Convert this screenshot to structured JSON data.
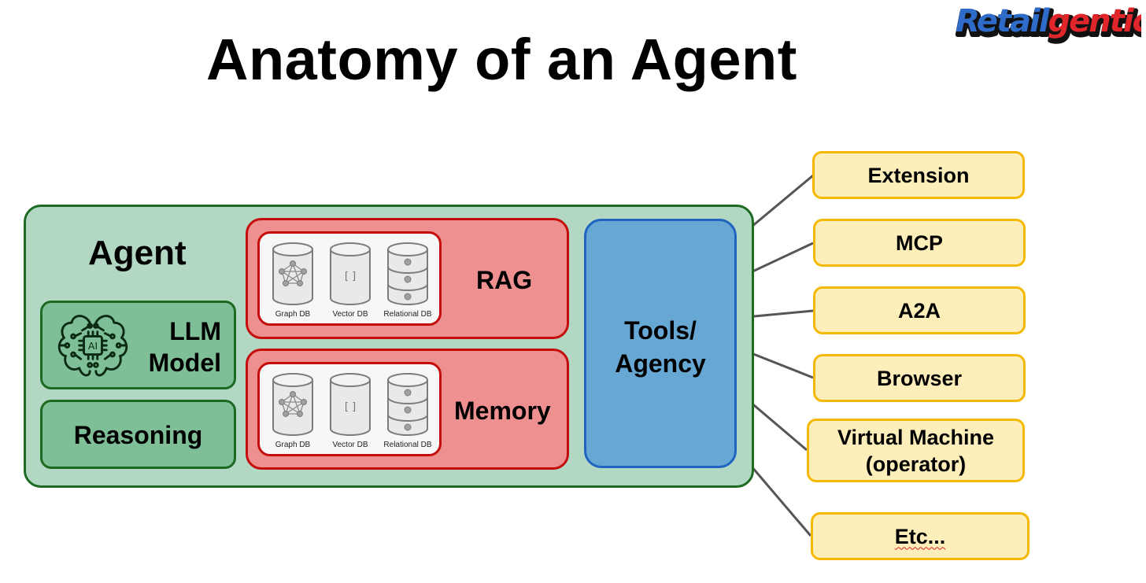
{
  "title": "Anatomy of an Agent",
  "logo": {
    "text_part1": "Retail",
    "text_part2": "gentic",
    "colors": {
      "part1": "#2f6cc9",
      "part2": "#e0262a",
      "outline": "#111111"
    }
  },
  "agent": {
    "label": "Agent",
    "llm": {
      "label_line1": "LLM",
      "label_line2": "Model",
      "icon": "ai-brain-icon"
    },
    "reasoning": {
      "label": "Reasoning"
    },
    "rag": {
      "label": "RAG",
      "databases": [
        {
          "label": "Graph DB",
          "icon": "graph-db-icon"
        },
        {
          "label": "Vector DB",
          "icon": "vector-db-icon",
          "glyph": "[ ]"
        },
        {
          "label": "Relational DB",
          "icon": "relational-db-icon"
        }
      ]
    },
    "memory": {
      "label": "Memory",
      "databases": [
        {
          "label": "Graph DB",
          "icon": "graph-db-icon"
        },
        {
          "label": "Vector DB",
          "icon": "vector-db-icon",
          "glyph": "[ ]"
        },
        {
          "label": "Relational DB",
          "icon": "relational-db-icon"
        }
      ]
    },
    "tools": {
      "label_line1": "Tools/",
      "label_line2": "Agency"
    }
  },
  "tool_options": [
    {
      "label": "Extension"
    },
    {
      "label": "MCP"
    },
    {
      "label": "A2A"
    },
    {
      "label": "Browser"
    },
    {
      "label_line1": "Virtual Machine",
      "label_line2": "(operator)"
    },
    {
      "label": "Etc..."
    }
  ],
  "colors": {
    "agent_fill": "#b2d8c4",
    "agent_border": "#1d6b23",
    "green_box_fill": "#7ebf98",
    "red_box_fill": "#ee8f90",
    "red_box_border": "#c40c0c",
    "blue_box_fill": "#67a7d4",
    "blue_box_border": "#1f64c1",
    "yellow_box_fill": "#fdeeba",
    "yellow_box_border": "#f5b800",
    "connector": "#555555"
  }
}
